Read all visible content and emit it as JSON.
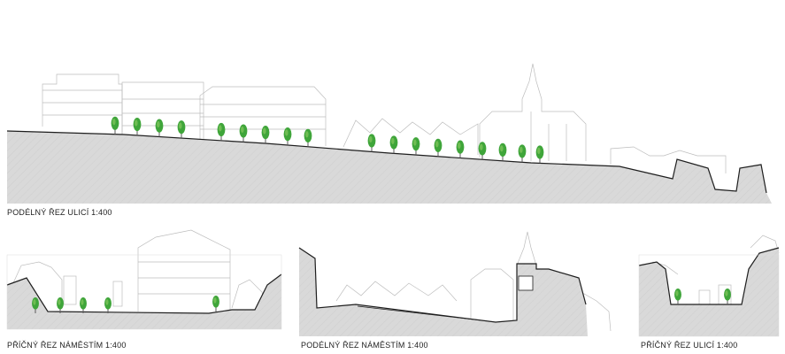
{
  "captions": {
    "longitudinal_street": "PODÉLNÝ ŘEZ ULICÍ 1:400",
    "cross_square": "PŘÍČNÝ ŘEZ NÁMĚSTÍM 1:400",
    "longitudinal_square": "PODÉLNÝ ŘEZ NÁMĚSTÍM 1:400",
    "cross_street": "PŘÍČNÝ ŘEZ ULICÍ 1:400"
  },
  "colors": {
    "terrain": "#d9d9d9",
    "terrain_hatch": "#cfcfcf",
    "outline": "#1e1e1e",
    "building_line": "#bdbdbd",
    "tree_foliage": "#3fa53a",
    "tree_foliage_light": "#7cc35a",
    "trunk": "#5a5a5a"
  }
}
